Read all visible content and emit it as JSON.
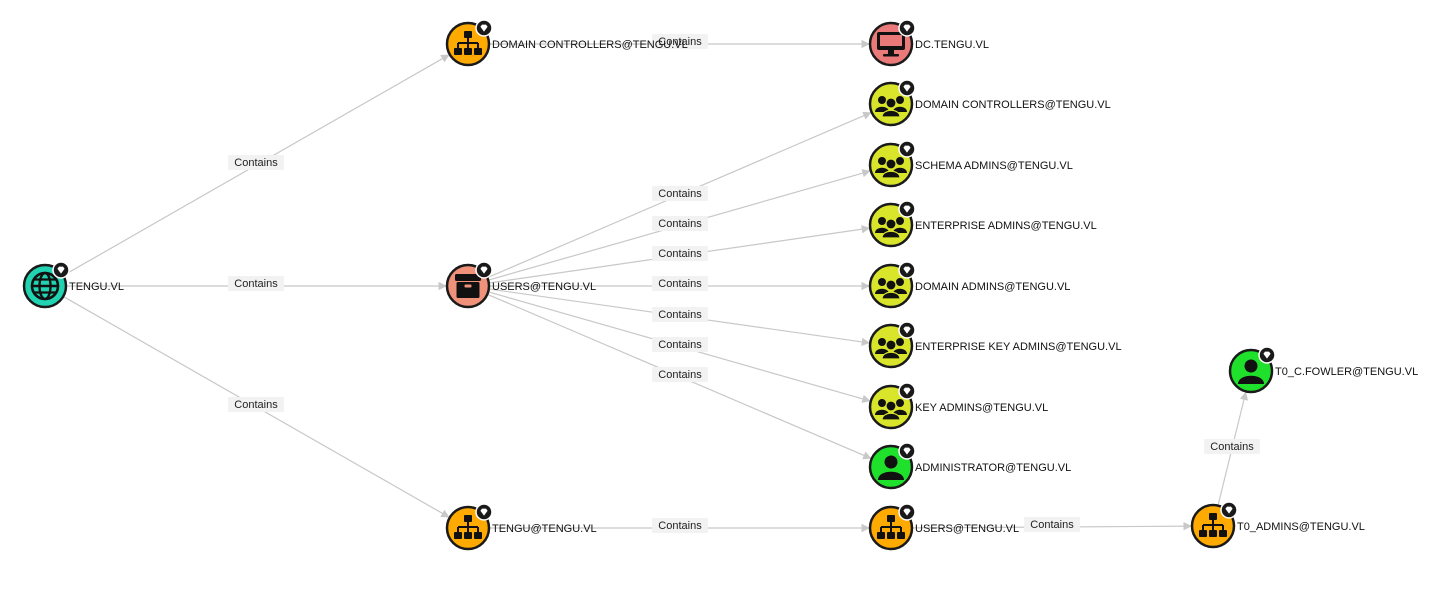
{
  "graph": {
    "colors": {
      "domain": "#21d3b0",
      "ou": "#ffaa00",
      "container": "#f0917a",
      "group": "#d8e52b",
      "user": "#1fe02a",
      "computer": "#ea7a7a",
      "edge": "#c8c8c8"
    },
    "nodes": [
      {
        "id": "n_domain",
        "label": "TENGU.VL",
        "type": "domain",
        "icon": "globe-icon"
      },
      {
        "id": "n_ou_dc",
        "label": "DOMAIN CONTROLLERS@TENGU.VL",
        "type": "ou",
        "icon": "org-tree-icon"
      },
      {
        "id": "n_users_container",
        "label": "USERS@TENGU.VL",
        "type": "container",
        "icon": "box-icon"
      },
      {
        "id": "n_ou_tengu",
        "label": "TENGU@TENGU.VL",
        "type": "ou",
        "icon": "org-tree-icon"
      },
      {
        "id": "n_dc_computer",
        "label": "DC.TENGU.VL",
        "type": "computer",
        "icon": "computer-icon"
      },
      {
        "id": "n_grp_dc",
        "label": "DOMAIN CONTROLLERS@TENGU.VL",
        "type": "group",
        "icon": "users-icon"
      },
      {
        "id": "n_grp_schema",
        "label": "SCHEMA ADMINS@TENGU.VL",
        "type": "group",
        "icon": "users-icon"
      },
      {
        "id": "n_grp_enterprise",
        "label": "ENTERPRISE ADMINS@TENGU.VL",
        "type": "group",
        "icon": "users-icon"
      },
      {
        "id": "n_grp_domainadmins",
        "label": "DOMAIN ADMINS@TENGU.VL",
        "type": "group",
        "icon": "users-icon"
      },
      {
        "id": "n_grp_entkey",
        "label": "ENTERPRISE KEY ADMINS@TENGU.VL",
        "type": "group",
        "icon": "users-icon"
      },
      {
        "id": "n_grp_key",
        "label": "KEY ADMINS@TENGU.VL",
        "type": "group",
        "icon": "users-icon"
      },
      {
        "id": "n_user_admin",
        "label": "ADMINISTRATOR@TENGU.VL",
        "type": "user",
        "icon": "user-icon"
      },
      {
        "id": "n_ou_users",
        "label": "USERS@TENGU.VL",
        "type": "ou",
        "icon": "org-tree-icon"
      },
      {
        "id": "n_ou_t0",
        "label": "T0_ADMINS@TENGU.VL",
        "type": "ou",
        "icon": "org-tree-icon"
      },
      {
        "id": "n_user_fowler",
        "label": "T0_C.FOWLER@TENGU.VL",
        "type": "user",
        "icon": "user-icon"
      }
    ],
    "edges": [
      {
        "from": "n_domain",
        "to": "n_ou_dc",
        "label": "Contains"
      },
      {
        "from": "n_domain",
        "to": "n_users_container",
        "label": "Contains"
      },
      {
        "from": "n_domain",
        "to": "n_ou_tengu",
        "label": "Contains"
      },
      {
        "from": "n_ou_dc",
        "to": "n_dc_computer",
        "label": "Contains"
      },
      {
        "from": "n_users_container",
        "to": "n_grp_dc",
        "label": "Contains"
      },
      {
        "from": "n_users_container",
        "to": "n_grp_schema",
        "label": "Contains"
      },
      {
        "from": "n_users_container",
        "to": "n_grp_enterprise",
        "label": "Contains"
      },
      {
        "from": "n_users_container",
        "to": "n_grp_domainadmins",
        "label": "Contains"
      },
      {
        "from": "n_users_container",
        "to": "n_grp_entkey",
        "label": "Contains"
      },
      {
        "from": "n_users_container",
        "to": "n_grp_key",
        "label": "Contains"
      },
      {
        "from": "n_users_container",
        "to": "n_user_admin",
        "label": "Contains"
      },
      {
        "from": "n_ou_tengu",
        "to": "n_ou_users",
        "label": "Contains"
      },
      {
        "from": "n_ou_users",
        "to": "n_ou_t0",
        "label": "Contains"
      },
      {
        "from": "n_ou_t0",
        "to": "n_user_fowler",
        "label": "Contains"
      }
    ]
  }
}
